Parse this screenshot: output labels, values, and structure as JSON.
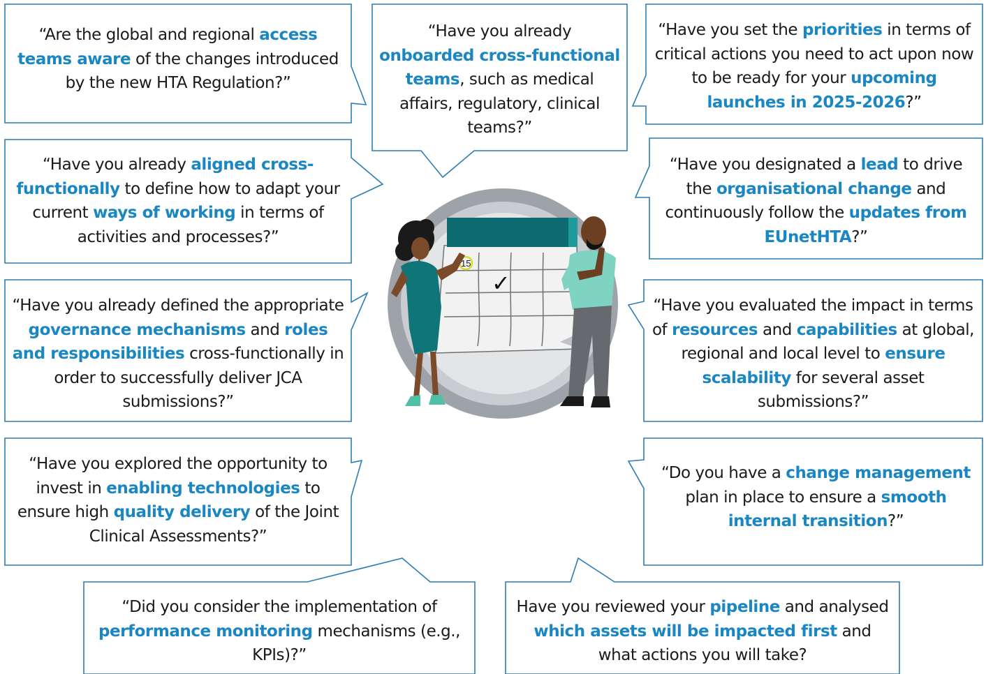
{
  "colors": {
    "accent": "#1a86c2",
    "border": "#2b7cb3",
    "teal_dark": "#0e6b72",
    "teal": "#188a8d"
  },
  "bubbles": [
    {
      "id": "b1",
      "parts": [
        {
          "t": "“Are the global and regional "
        },
        {
          "t": "access teams aware",
          "hl": true
        },
        {
          "t": " of the changes introduced by the new HTA Regulation?”"
        }
      ]
    },
    {
      "id": "b2",
      "parts": [
        {
          "t": "“Have you already "
        },
        {
          "t": "onboarded cross-functional teams",
          "hl": true
        },
        {
          "t": ", such as medical affairs, regulatory, clinical teams?”"
        }
      ]
    },
    {
      "id": "b3",
      "parts": [
        {
          "t": "“Have you set the "
        },
        {
          "t": "priorities",
          "hl": true
        },
        {
          "t": " in terms of critical actions you need to act upon now to be ready for your "
        },
        {
          "t": "upcoming launches in 2025-2026",
          "hl": true
        },
        {
          "t": "?”"
        }
      ]
    },
    {
      "id": "b4",
      "parts": [
        {
          "t": "“Have you already "
        },
        {
          "t": "aligned cross-functionally",
          "hl": true
        },
        {
          "t": " to define how to adapt your current "
        },
        {
          "t": "ways of working",
          "hl": true
        },
        {
          "t": " in terms of activities and processes?”"
        }
      ]
    },
    {
      "id": "b5",
      "parts": [
        {
          "t": "“Have you designated a "
        },
        {
          "t": "lead",
          "hl": true
        },
        {
          "t": " to drive the "
        },
        {
          "t": "organisational change",
          "hl": true
        },
        {
          "t": " and continuously follow the "
        },
        {
          "t": "updates from EUnetHTA",
          "hl": true
        },
        {
          "t": "?”"
        }
      ]
    },
    {
      "id": "b6",
      "parts": [
        {
          "t": "“Have you already defined the appropriate "
        },
        {
          "t": "governance mechanisms",
          "hl": true
        },
        {
          "t": " and "
        },
        {
          "t": "roles and responsibilities",
          "hl": true
        },
        {
          "t": " cross-functionally in order to successfully deliver JCA submissions?”"
        }
      ]
    },
    {
      "id": "b7",
      "parts": [
        {
          "t": "“Have you evaluated the impact in terms of "
        },
        {
          "t": "resources",
          "hl": true
        },
        {
          "t": " and "
        },
        {
          "t": "capabilities",
          "hl": true
        },
        {
          "t": " at global, regional and local level to "
        },
        {
          "t": "ensure scalability",
          "hl": true
        },
        {
          "t": " for several asset submissions?”"
        }
      ]
    },
    {
      "id": "b8",
      "parts": [
        {
          "t": "“Have you explored the opportunity to invest in "
        },
        {
          "t": "enabling technologies",
          "hl": true
        },
        {
          "t": " to ensure high "
        },
        {
          "t": "quality delivery",
          "hl": true
        },
        {
          "t": " of the Joint Clinical Assessments?”"
        }
      ]
    },
    {
      "id": "b9",
      "parts": [
        {
          "t": "“Do you have a "
        },
        {
          "t": "change management",
          "hl": true
        },
        {
          "t": " plan in place to ensure a "
        },
        {
          "t": "smooth internal transition",
          "hl": true
        },
        {
          "t": "?”"
        }
      ]
    },
    {
      "id": "b10",
      "parts": [
        {
          "t": "“Did you consider the implementation of "
        },
        {
          "t": "performance monitoring",
          "hl": true
        },
        {
          "t": " mechanisms (e.g., KPIs)?”"
        }
      ]
    },
    {
      "id": "b11",
      "parts": [
        {
          "t": "Have you reviewed your "
        },
        {
          "t": "pipeline",
          "hl": true
        },
        {
          "t": " and analysed "
        },
        {
          "t": "which assets will be impacted first",
          "hl": true
        },
        {
          "t": " and what actions you will take?"
        }
      ]
    }
  ],
  "illustration": {
    "calendar_day": "15",
    "check_mark": "✓"
  }
}
